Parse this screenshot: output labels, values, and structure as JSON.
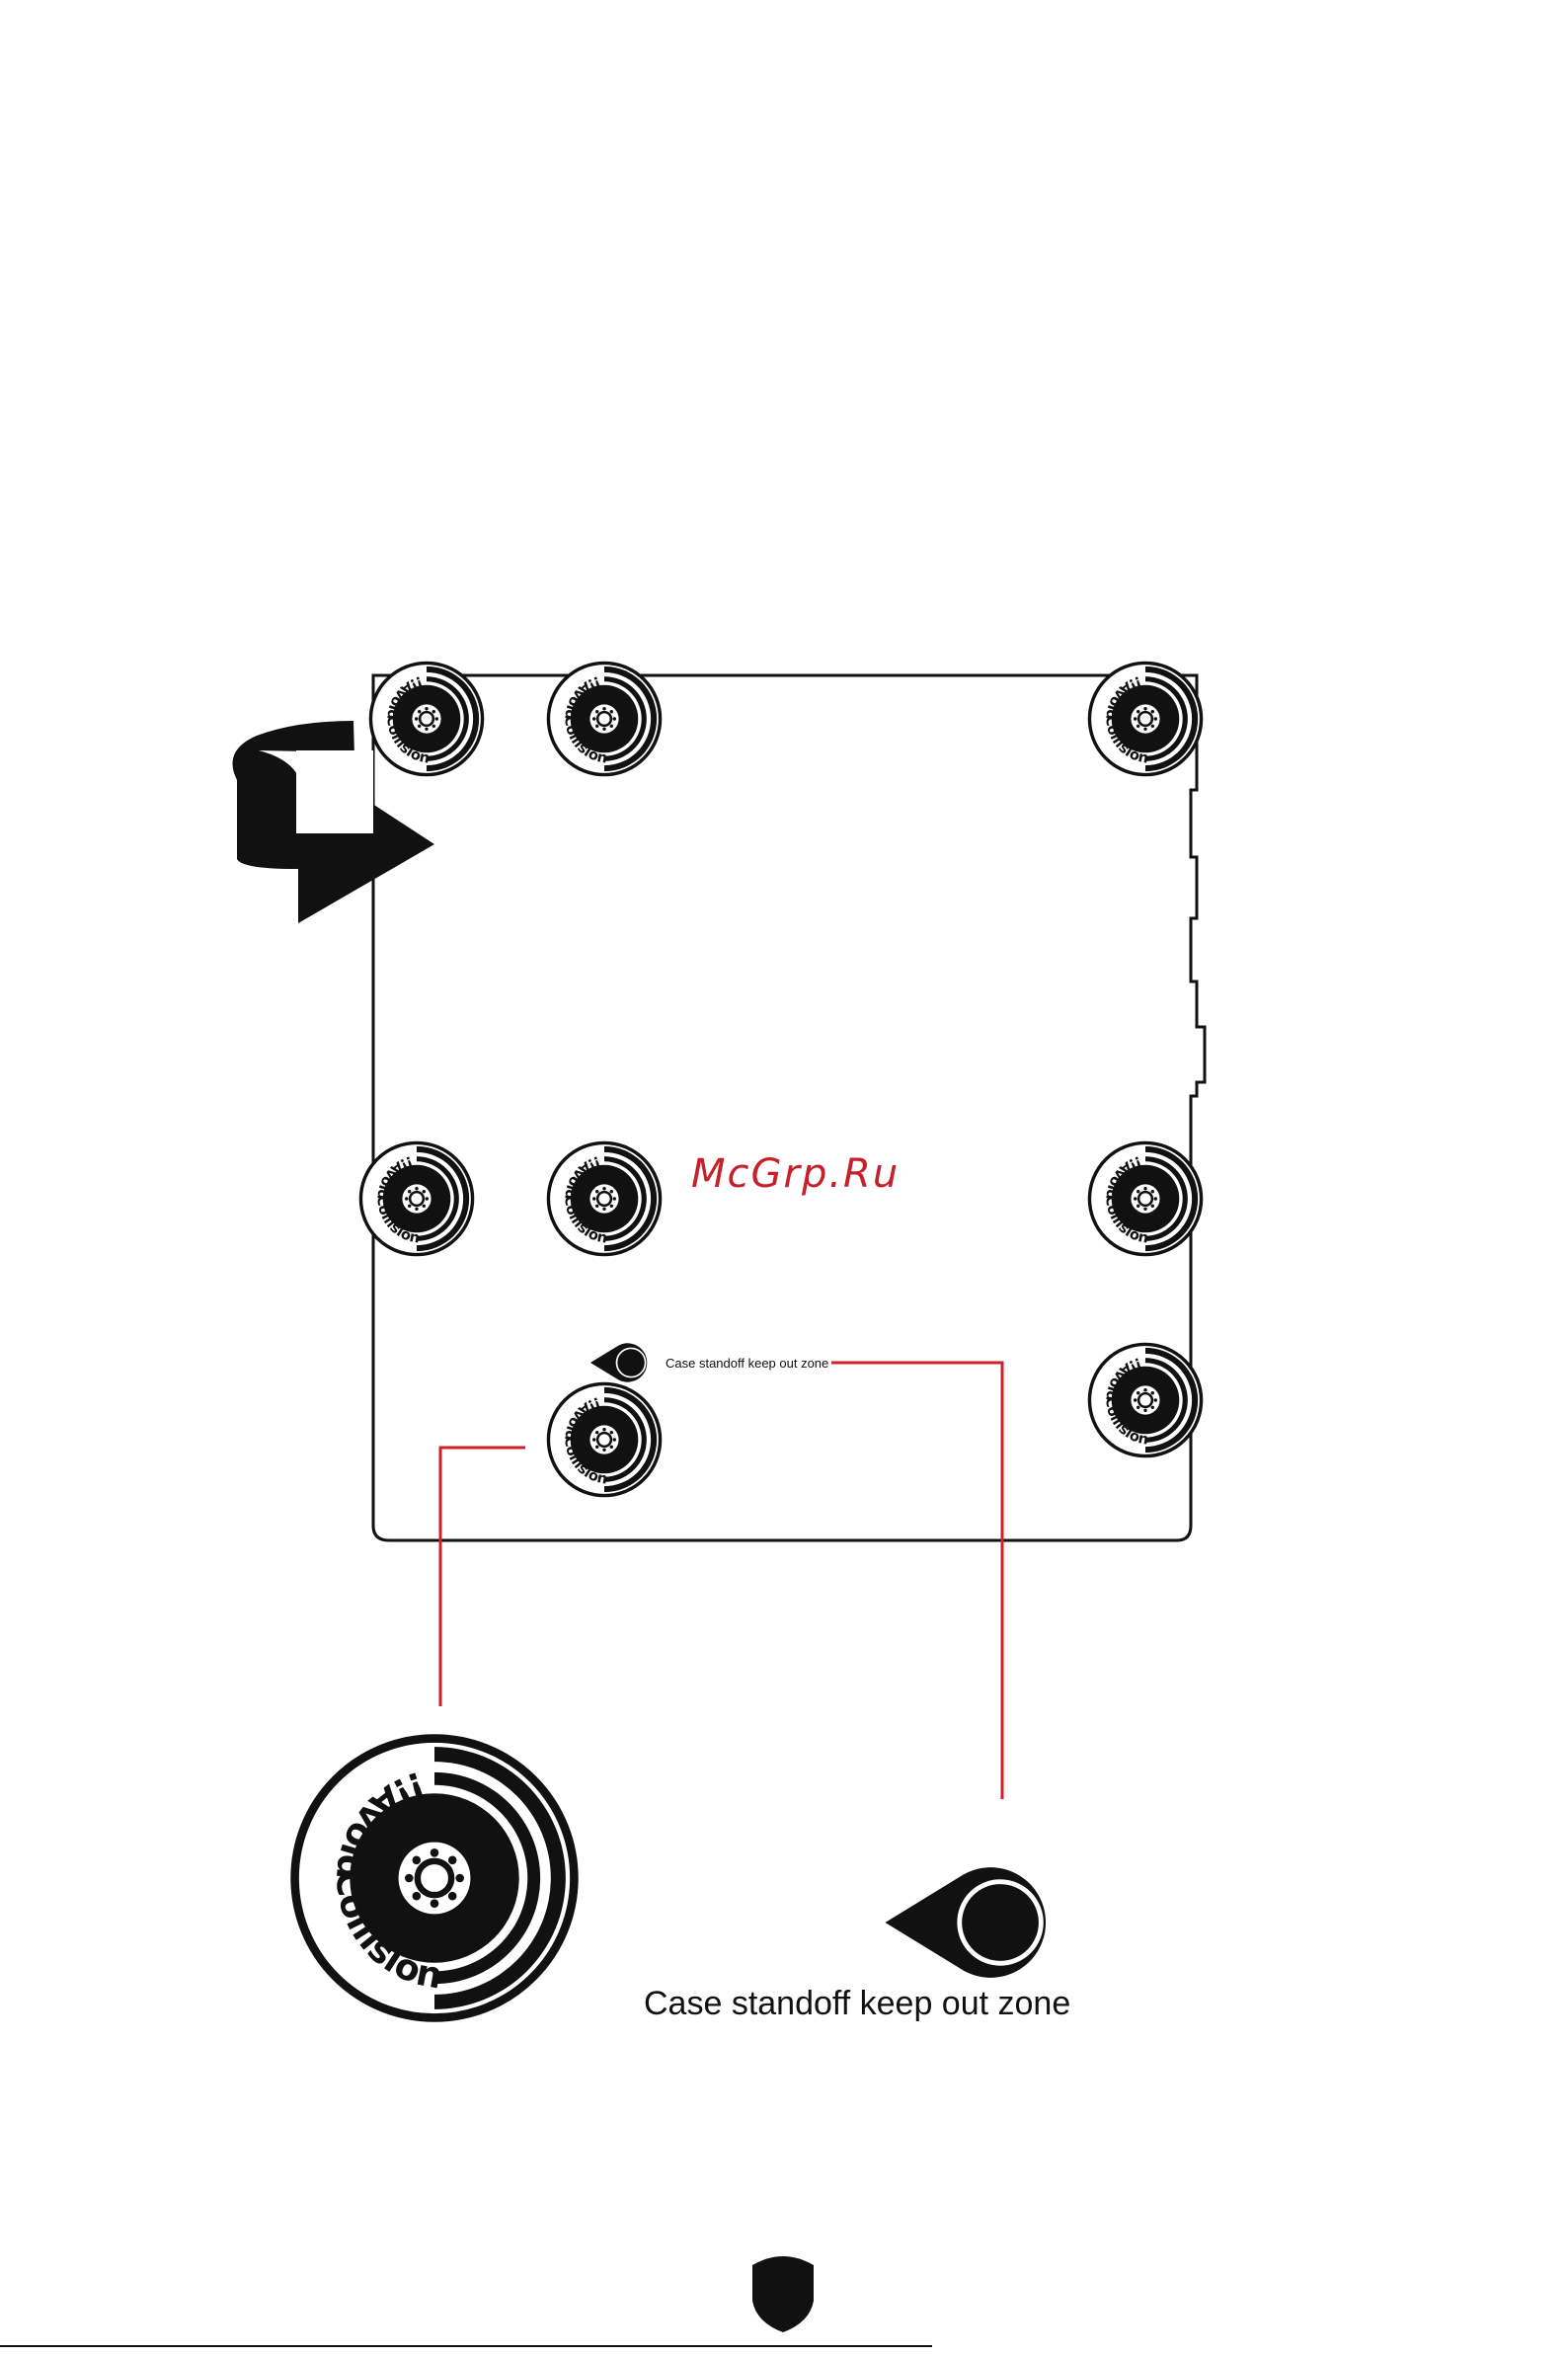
{
  "watermark": "McGrp.Ru",
  "standoff_label_small": "Case standoff keep out zone",
  "standoff_label_large": "Case standoff keep out zone",
  "badge": {
    "word_top": "Collision",
    "word_bottom": "Avoid",
    "mark": "!!"
  },
  "colors": {
    "ink": "#111111",
    "callout": "#d0202a",
    "board_outline": "#111111"
  }
}
